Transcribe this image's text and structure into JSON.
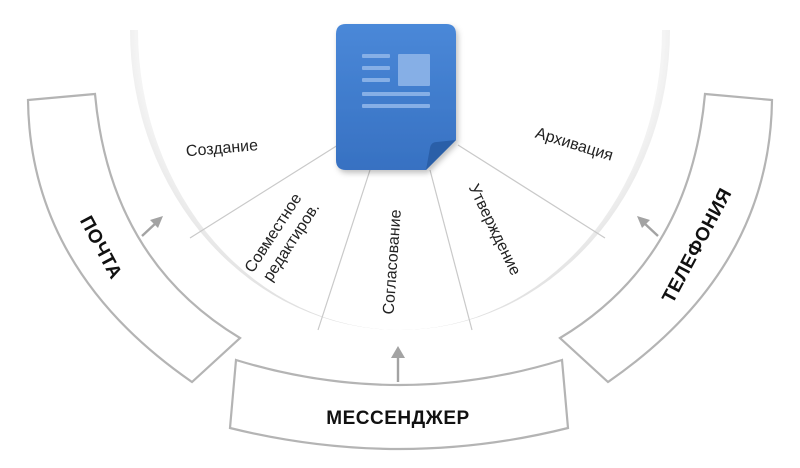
{
  "diagram": {
    "segments": [
      {
        "label": "Создание"
      },
      {
        "label_line1": "Совместное",
        "label_line2": "редактиров."
      },
      {
        "label": "Согласование"
      },
      {
        "label": "Утверждение"
      },
      {
        "label": "Архивация"
      }
    ],
    "channels": {
      "left": "ПОЧТА",
      "bottom": "МЕССЕНДЖЕР",
      "right": "ТЕЛЕФОНИЯ"
    },
    "icon": "document-icon",
    "colors": {
      "document": "#3f7dd0",
      "document_dark": "#2f66b3",
      "document_lines": "#7fa9e2",
      "band_stroke": "#b4b4b4",
      "arrow": "#a3a3a3",
      "ring_background": "#eaeaea"
    }
  }
}
